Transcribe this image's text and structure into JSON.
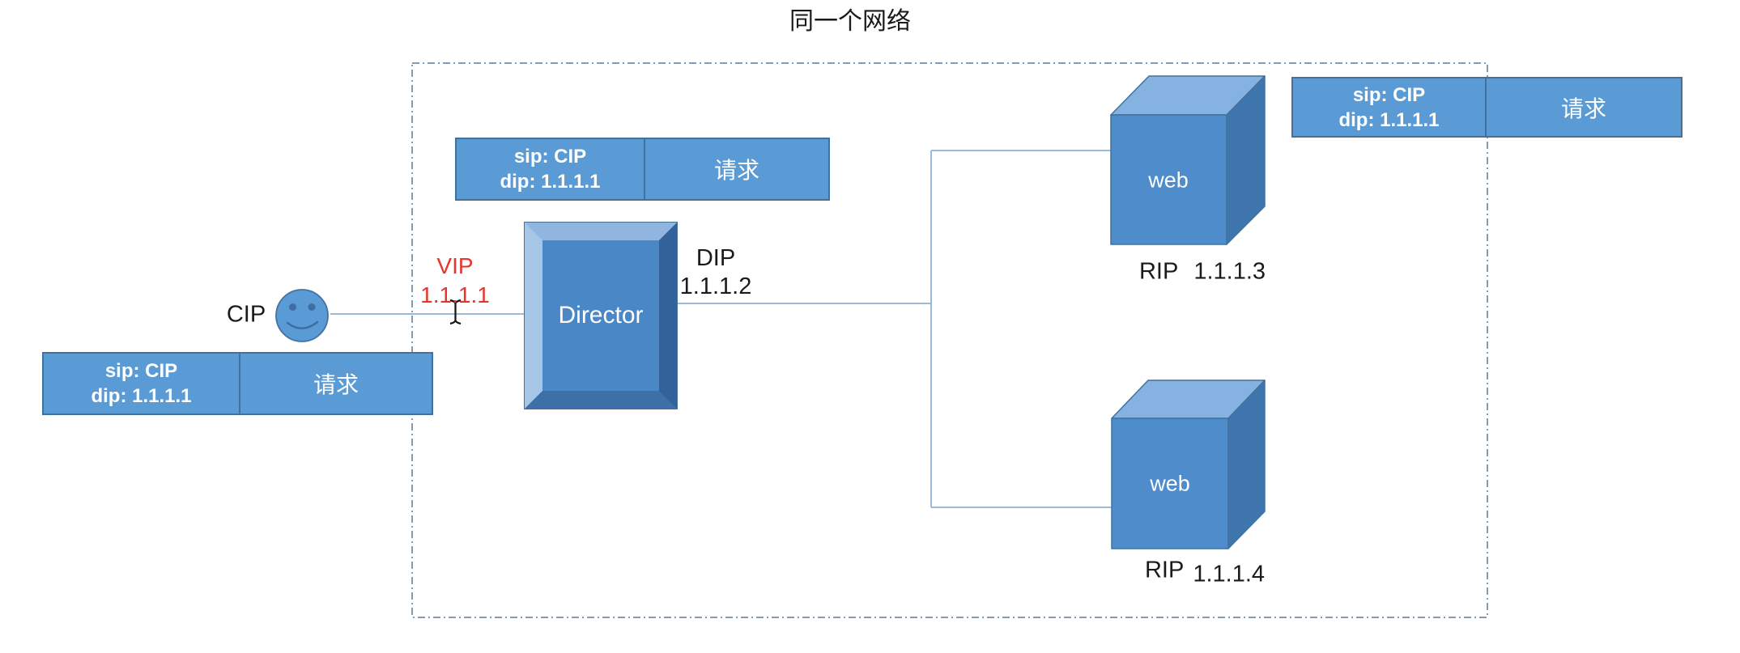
{
  "title": "同一个网络",
  "client": {
    "label": "CIP"
  },
  "director": {
    "label": "Director",
    "vip": {
      "name": "VIP",
      "value": "1.1.1.1"
    },
    "dip": {
      "name": "DIP",
      "value": "1.1.1.2"
    }
  },
  "servers": [
    {
      "label": "web",
      "rip_name": "RIP",
      "rip_value": "1.1.1.3"
    },
    {
      "label": "web",
      "rip_name": "RIP",
      "rip_value": "1.1.1.4"
    }
  ],
  "packets": [
    {
      "sip": "sip: CIP",
      "dip": "dip: 1.1.1.1",
      "payload": "请求"
    },
    {
      "sip": "sip: CIP",
      "dip": "dip: 1.1.1.1",
      "payload": "请求"
    },
    {
      "sip": "sip: CIP",
      "dip": "dip: 1.1.1.1",
      "payload": "请求"
    }
  ],
  "colors": {
    "shape_fill": "#5b9bd5",
    "shape_border": "#41719c",
    "cube_top": "#85b2e0",
    "cube_side": "#4076ae",
    "cube_front": "#4e8ccb",
    "vip_red": "#e8352a",
    "connector_line": "#9db9d8",
    "dashed_border": "#5b7a99",
    "text_black": "#1a1a1a",
    "text_white": "#ffffff"
  }
}
